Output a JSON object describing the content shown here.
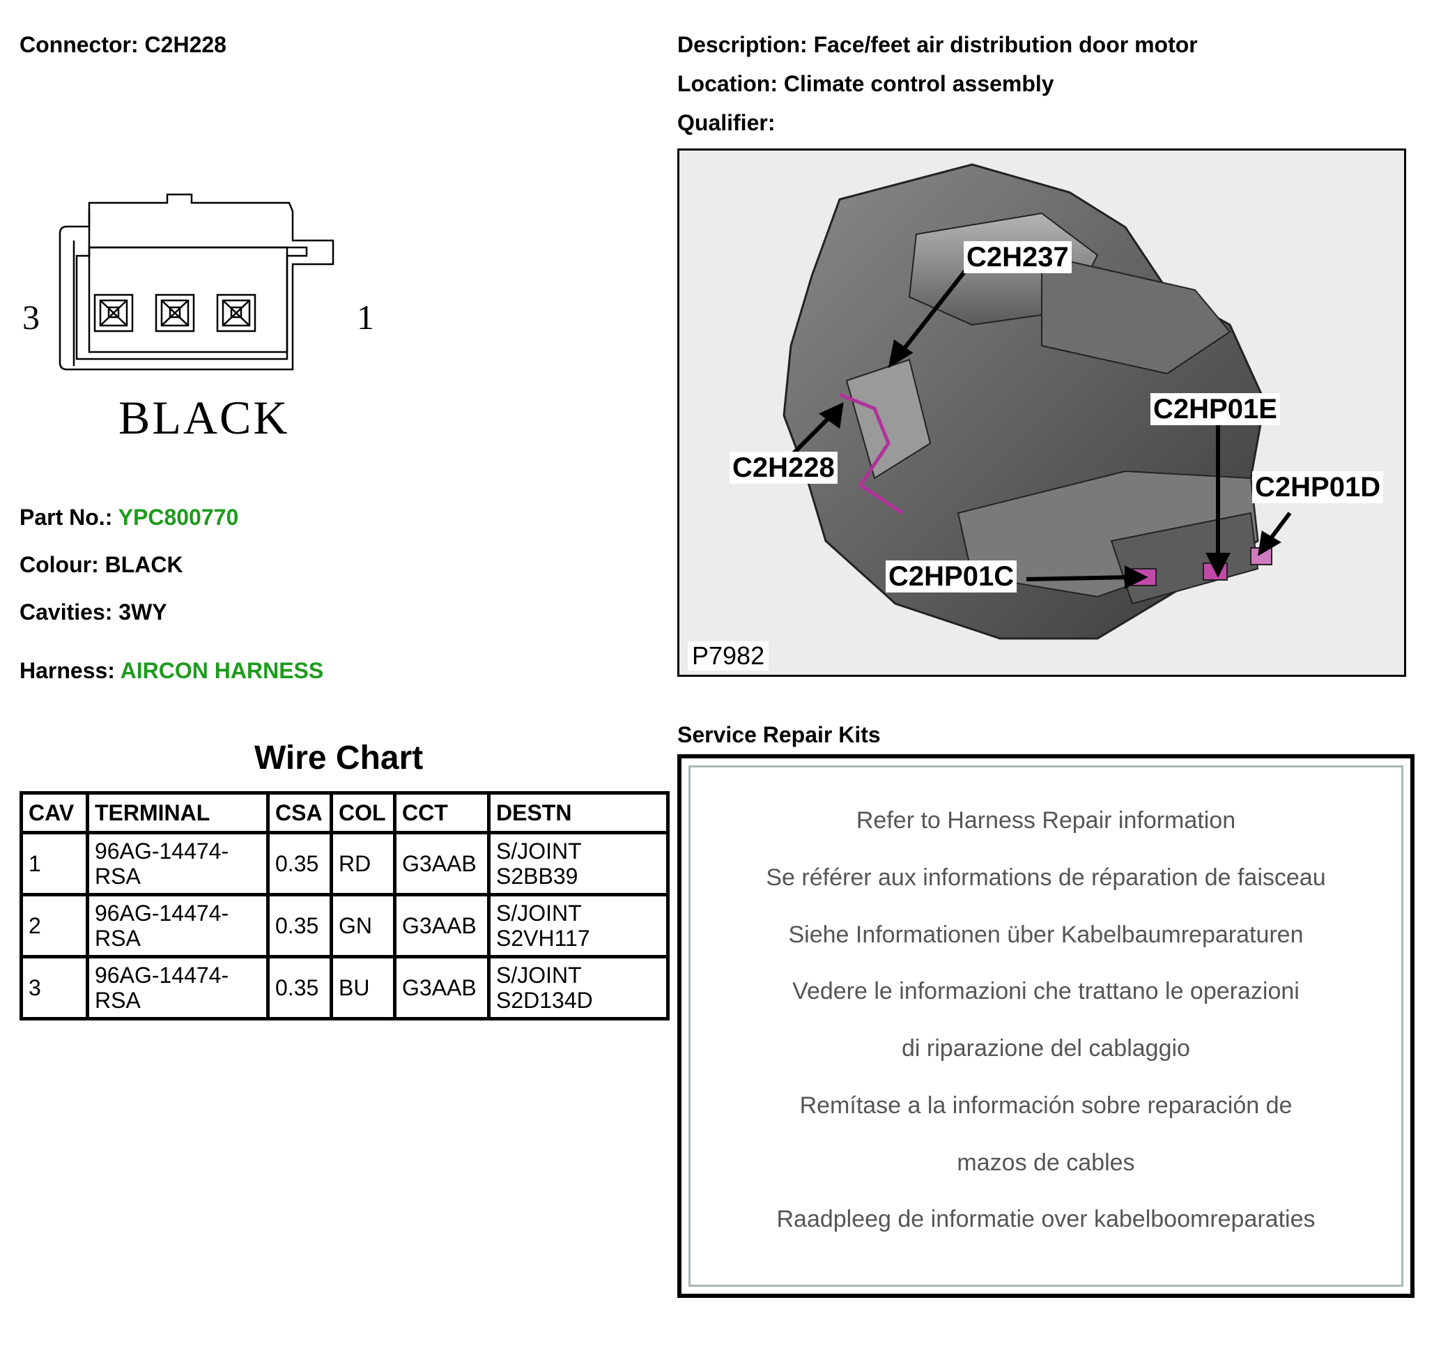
{
  "connector": {
    "label": "Connector:",
    "value": "C2H228"
  },
  "description": {
    "label": "Description:",
    "value": "Face/feet air distribution door motor"
  },
  "location": {
    "label": "Location:",
    "value": "Climate control assembly"
  },
  "qualifier": {
    "label": "Qualifier:",
    "value": ""
  },
  "diagram": {
    "pin_left": "3",
    "pin_right": "1",
    "colour_caption": "BLACK"
  },
  "part_no": {
    "label": "Part No.:",
    "value": "YPC800770"
  },
  "colour": {
    "label": "Colour:",
    "value": "BLACK"
  },
  "cavities": {
    "label": "Cavities:",
    "value": "3WY"
  },
  "harness": {
    "label": "Harness:",
    "value": "AIRCON HARNESS"
  },
  "wire_chart": {
    "title": "Wire Chart",
    "headers": [
      "CAV",
      "TERMINAL",
      "CSA",
      "COL",
      "CCT",
      "DESTN"
    ],
    "rows": [
      {
        "cav": "1",
        "terminal_1": "96AG-14474-",
        "terminal_2": "RSA",
        "csa": "0.35",
        "col": "RD",
        "cct": "G3AAB",
        "destn_1": "S/JOINT",
        "destn_2": "S2BB39"
      },
      {
        "cav": "2",
        "terminal_1": "96AG-14474-",
        "terminal_2": "RSA",
        "csa": "0.35",
        "col": "GN",
        "cct": "G3AAB",
        "destn_1": "S/JOINT",
        "destn_2": "S2VH117"
      },
      {
        "cav": "3",
        "terminal_1": "96AG-14474-",
        "terminal_2": "RSA",
        "csa": "0.35",
        "col": "BU",
        "cct": "G3AAB",
        "destn_1": "S/JOINT",
        "destn_2": "S2D134D"
      }
    ]
  },
  "photo": {
    "callouts": {
      "c2h237": "C2H237",
      "c2hp01e": "C2HP01E",
      "c2h228": "C2H228",
      "c2hp01d": "C2HP01D",
      "c2hp01c": "C2HP01C"
    },
    "image_ref": "P7982"
  },
  "service_repair_kits": {
    "title": "Service Repair Kits",
    "lines": [
      "Refer to Harness Repair information",
      "Se référer aux informations de réparation de faisceau",
      "Siehe Informationen über Kabelbaumreparaturen",
      "Vedere le informazioni che trattano le operazioni",
      "di riparazione del cablaggio",
      "Remítase a la información sobre reparación de",
      "mazos de cables",
      "Raadpleeg de informatie over kabelboomreparaties"
    ]
  },
  "colors": {
    "highlight_green": "#1e9a1e",
    "connector_magenta": "#b0329a",
    "kit_text_grey": "#555555"
  }
}
